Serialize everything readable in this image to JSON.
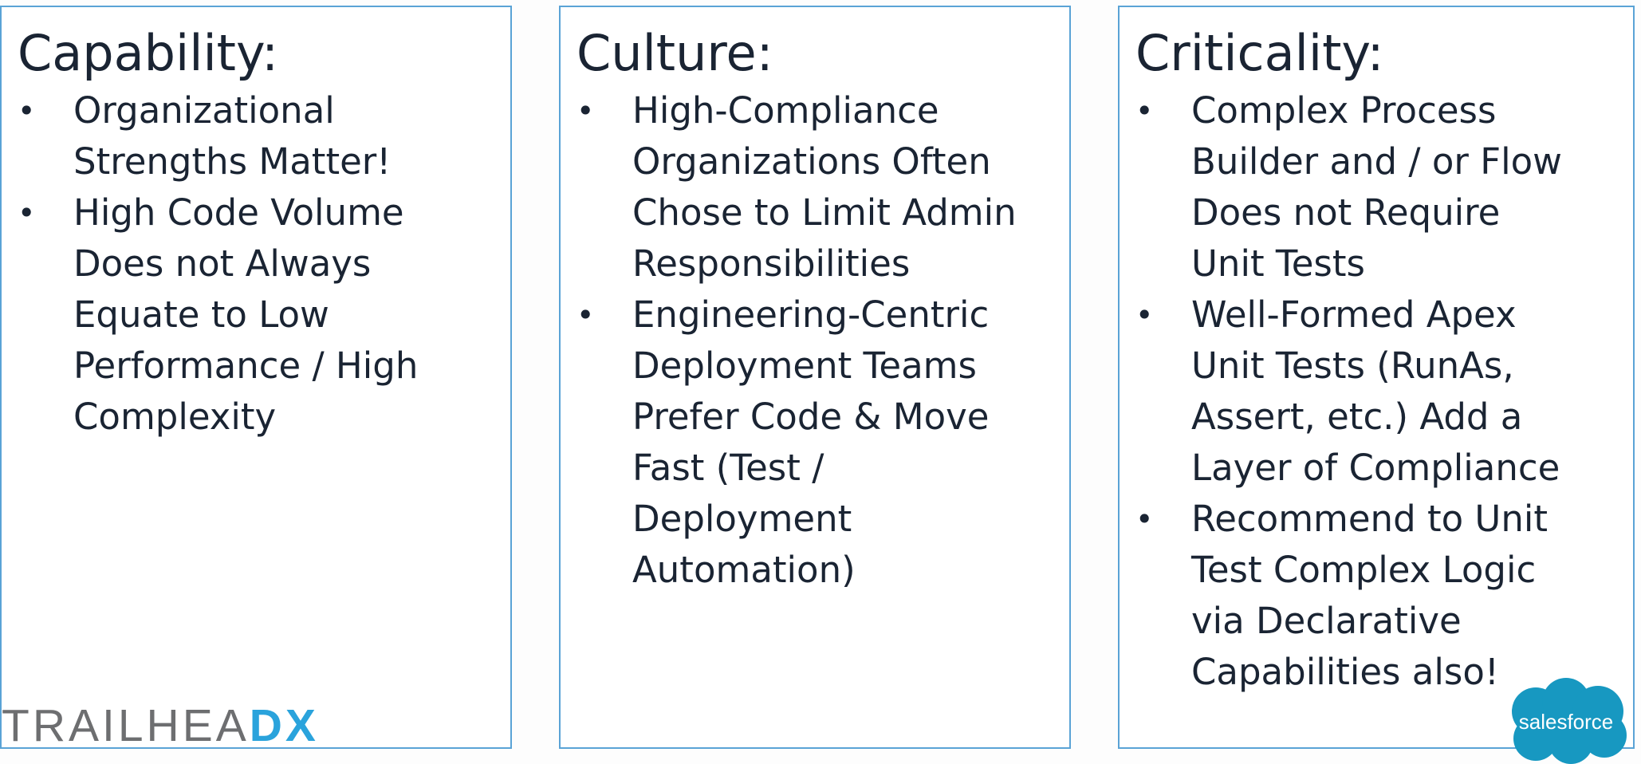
{
  "panels": [
    {
      "title": "Capability:",
      "bullets": [
        "Organizational\nStrengths Matter!",
        "High Code Volume\nDoes not Always\nEquate to Low\nPerformance / High\nComplexity"
      ]
    },
    {
      "title": "Culture:",
      "bullets": [
        "High-Compliance\nOrganizations Often\nChose to Limit Admin\nResponsibilities",
        "Engineering-Centric\nDeployment Teams\nPrefer Code & Move\nFast (Test /\nDeployment\nAutomation)"
      ]
    },
    {
      "title": "Criticality:",
      "bullets": [
        "Complex Process\nBuilder and / or Flow\nDoes not Require\nUnit Tests",
        "Well-Formed Apex\nUnit Tests (RunAs,\nAssert, etc.) Add a\nLayer of Compliance",
        "Recommend to Unit\nTest Complex Logic\nvia Declarative\nCapabilities also!"
      ]
    }
  ],
  "bullet_glyph": "•",
  "branding": {
    "trailhead_main": "TRAILHEA",
    "trailhead_accent": "DX",
    "salesforce_label": "salesforce",
    "colors": {
      "border": "#5aa3d6",
      "text": "#1a2433",
      "trailhead_gray": "#6d6e70",
      "trailhead_blue": "#2aa3dc",
      "salesforce_blue": "#1798c1"
    }
  }
}
